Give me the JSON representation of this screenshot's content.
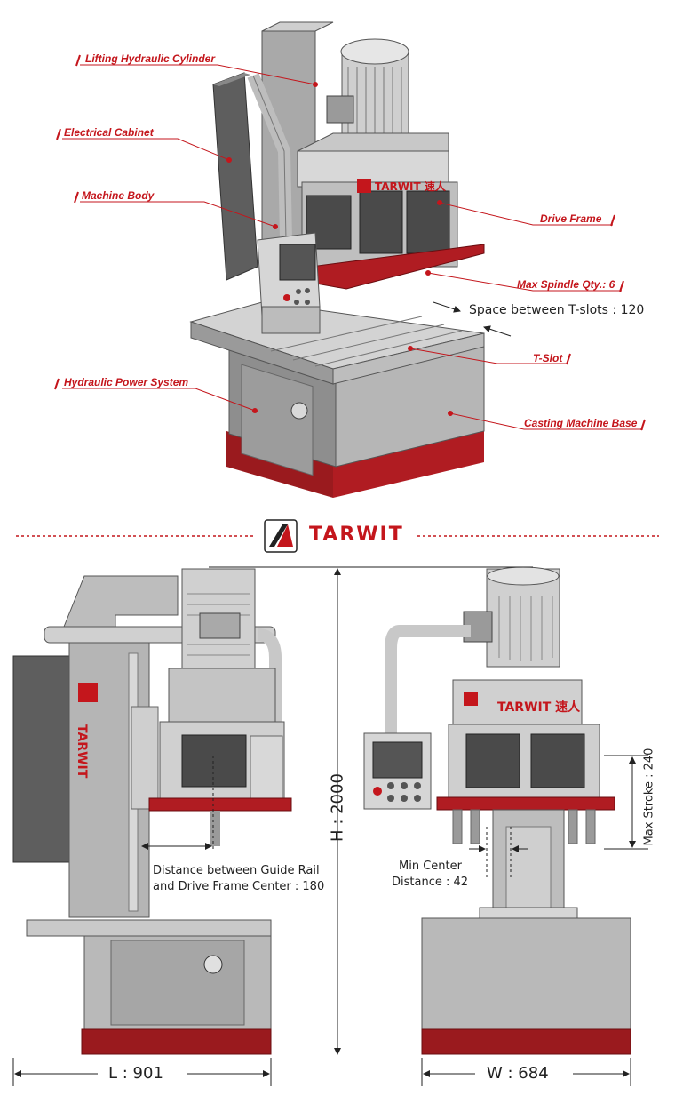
{
  "brand": {
    "name": "TARWIT",
    "accent": "#c4161c"
  },
  "callouts": {
    "lifting_cylinder": "Lifting Hydraulic Cylinder",
    "electrical_cabinet": "Electrical Cabinet",
    "machine_body": "Machine Body",
    "drive_frame": "Drive Frame",
    "max_spindle": "Max Spindle Qty.: 6",
    "tslot_space": "Space between T-slots : 120",
    "tslot": "T-Slot",
    "hydraulic_power": "Hydraulic Power System",
    "casting_base": "Casting Machine Base"
  },
  "dimensions": {
    "height": "H : 2000",
    "length": "L : 901",
    "width": "W : 684",
    "guide_rail_line1": "Distance between Guide Rail",
    "guide_rail_line2": "and Drive Frame Center : 180",
    "min_center_line1": "Min Center",
    "min_center_line2": "Distance : 42",
    "max_stroke": "Max Stroke : 240"
  }
}
